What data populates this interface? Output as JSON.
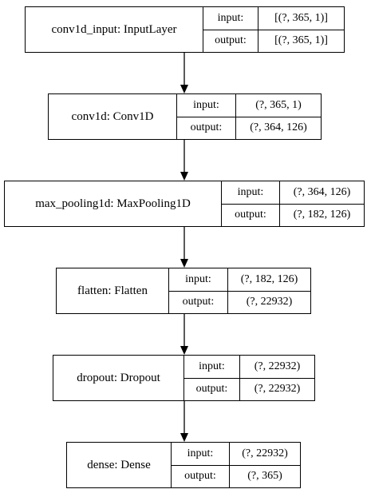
{
  "layers": [
    {
      "name": "conv1d_input: InputLayer",
      "input_label": "input:",
      "output_label": "output:",
      "input_shape": "[(?, 365, 1)]",
      "output_shape": "[(?, 365, 1)]"
    },
    {
      "name": "conv1d: Conv1D",
      "input_label": "input:",
      "output_label": "output:",
      "input_shape": "(?, 365, 1)",
      "output_shape": "(?, 364, 126)"
    },
    {
      "name": "max_pooling1d: MaxPooling1D",
      "input_label": "input:",
      "output_label": "output:",
      "input_shape": "(?, 364, 126)",
      "output_shape": "(?, 182, 126)"
    },
    {
      "name": "flatten: Flatten",
      "input_label": "input:",
      "output_label": "output:",
      "input_shape": "(?, 182, 126)",
      "output_shape": "(?, 22932)"
    },
    {
      "name": "dropout: Dropout",
      "input_label": "input:",
      "output_label": "output:",
      "input_shape": "(?, 22932)",
      "output_shape": "(?, 22932)"
    },
    {
      "name": "dense: Dense",
      "input_label": "input:",
      "output_label": "output:",
      "input_shape": "(?, 22932)",
      "output_shape": "(?, 365)"
    }
  ]
}
